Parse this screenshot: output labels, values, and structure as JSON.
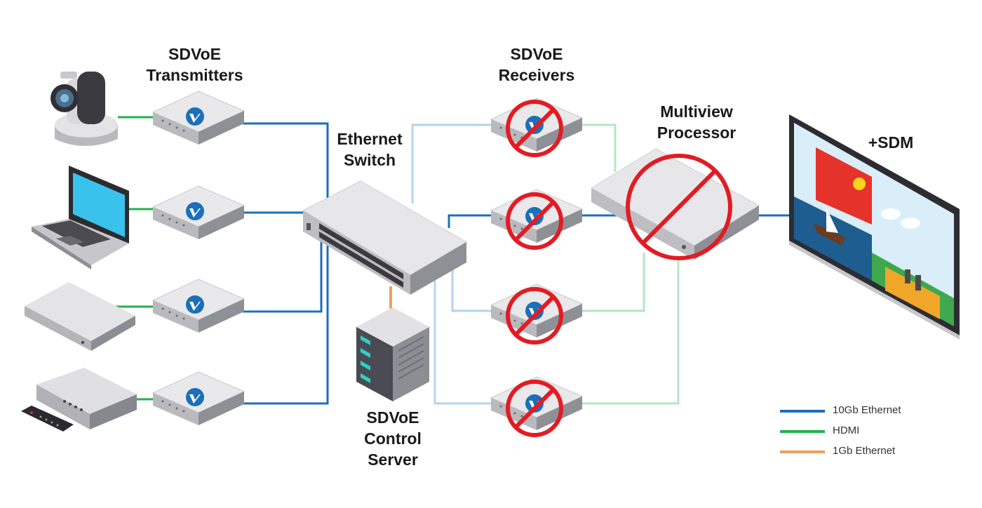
{
  "labels": {
    "transmitters": [
      "SDVoE",
      "Transmitters"
    ],
    "receivers": [
      "SDVoE",
      "Receivers"
    ],
    "switch": [
      "Ethernet",
      "Switch"
    ],
    "multiview": [
      "Multiview",
      "Processor"
    ],
    "sdm": "+SDM",
    "control_server": [
      "SDVoE",
      "Control",
      "Server"
    ]
  },
  "legend": [
    {
      "label": "10Gb Ethernet",
      "color": "#1c6fb8"
    },
    {
      "label": "HDMI",
      "color": "#22b24c"
    },
    {
      "label": "1Gb Ethernet",
      "color": "#f0a060"
    }
  ],
  "colors": {
    "ethernet_10g": "#1c6fb8",
    "ethernet_10g_light": "#b6d3ec",
    "hdmi": "#22b24c",
    "hdmi_light": "#b3e6c4",
    "ethernet_1g": "#f0a060",
    "prohibited": "#e31b23"
  },
  "icons": {
    "sources": [
      "ptz-camera-icon",
      "laptop-icon",
      "set-top-box-icon",
      "media-player-with-remote-icon"
    ],
    "devices": [
      "sdvoe-transmitter-icon",
      "ethernet-switch-icon",
      "sdvoe-receiver-icon",
      "multiview-processor-icon",
      "server-icon",
      "display-icon",
      "prohibited-icon"
    ]
  }
}
